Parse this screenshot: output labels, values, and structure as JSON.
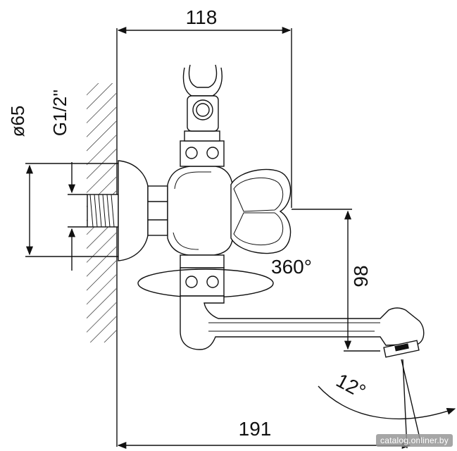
{
  "dimensions": {
    "top_width": "118",
    "diameter": "ø65",
    "thread": "G1/2''",
    "rotation": "360°",
    "height": "98",
    "angle": "12°",
    "total_length": "191"
  },
  "watermark": "catalog.onliner.by",
  "colors": {
    "line": "#111111",
    "background": "#ffffff"
  }
}
